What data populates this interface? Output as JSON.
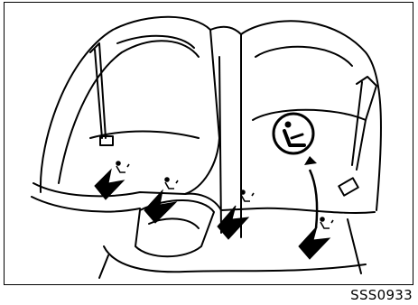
{
  "figure": {
    "code": "SSS0933",
    "icon": "child-seat-anchor-icon",
    "marker_icon": "lower-anchor-symbol",
    "arrow_icon": "bold-arrow",
    "colors": {
      "line": "#000000",
      "background": "#ffffff"
    }
  }
}
